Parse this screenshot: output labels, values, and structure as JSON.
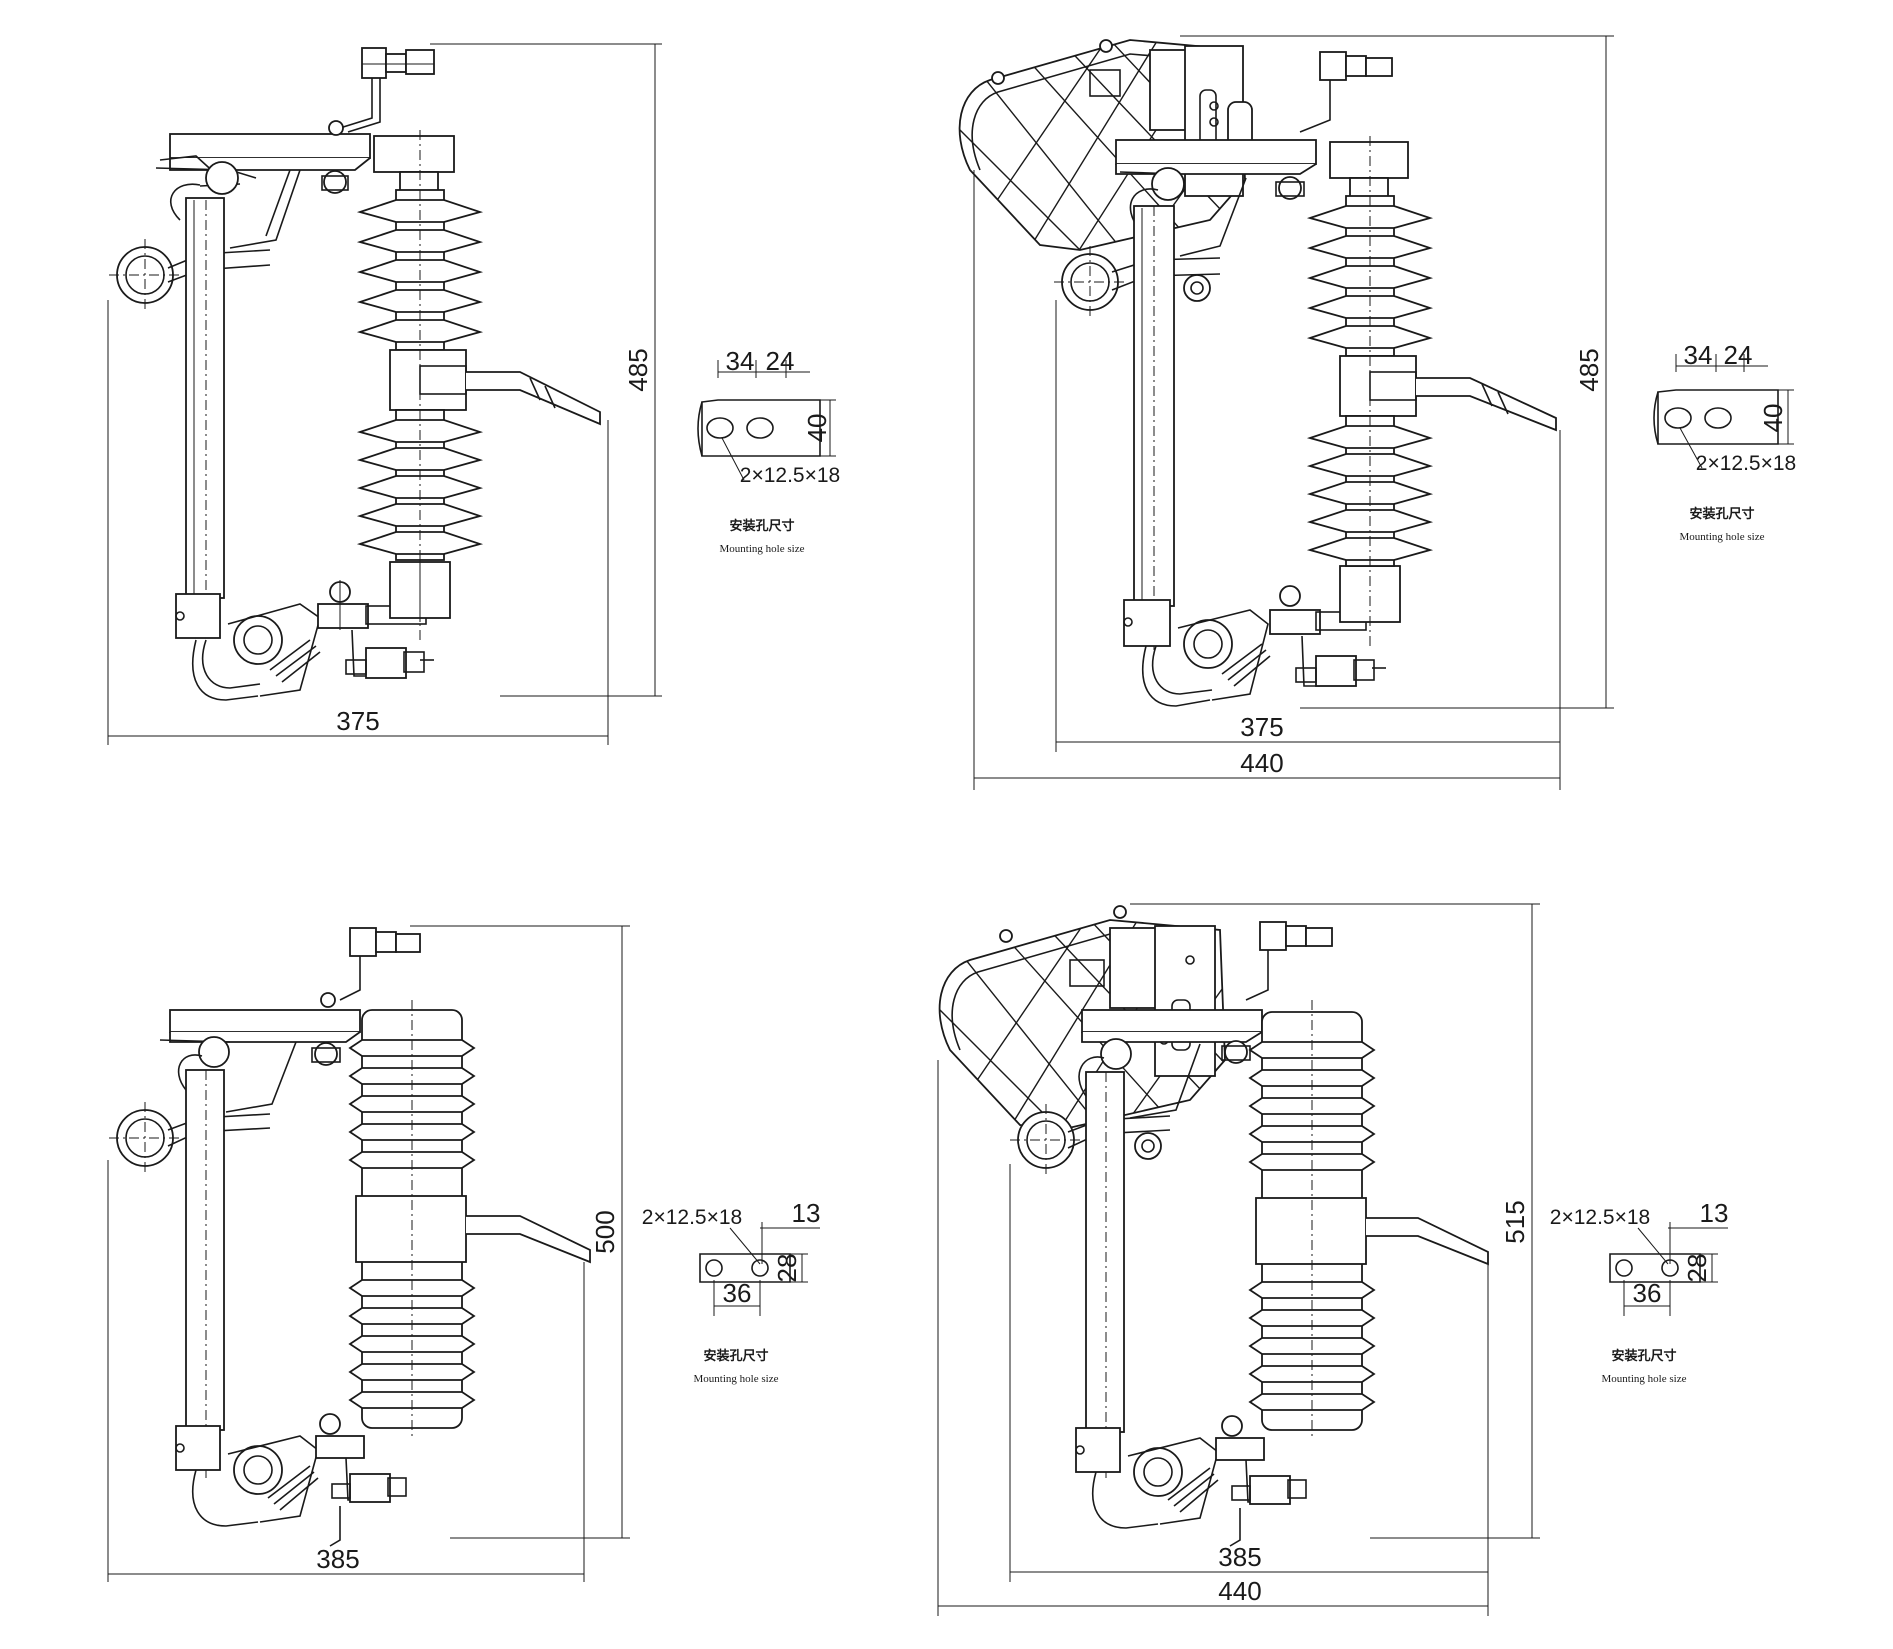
{
  "diagrams": [
    {
      "id": "upper-left",
      "dimensions": {
        "height": "485",
        "width": "375"
      },
      "mounting_hole": {
        "spacing_a": "34",
        "spacing_b": "24",
        "height": "40",
        "holes": "2×12.5×18"
      }
    },
    {
      "id": "upper-right",
      "dimensions": {
        "height": "485",
        "width": "375",
        "overall_width": "440"
      },
      "mounting_hole": {
        "spacing_a": "34",
        "spacing_b": "24",
        "height": "40",
        "holes": "2×12.5×18"
      }
    },
    {
      "id": "lower-left",
      "dimensions": {
        "height": "500",
        "width": "385"
      },
      "mounting_hole": {
        "holes": "2×12.5×18",
        "offset": "13",
        "height": "28",
        "spacing": "36"
      }
    },
    {
      "id": "lower-right",
      "dimensions": {
        "height": "515",
        "width": "385",
        "overall_width": "440"
      },
      "mounting_hole": {
        "holes": "2×12.5×18",
        "offset": "13",
        "height": "28",
        "spacing": "36"
      }
    }
  ],
  "caption": {
    "cn": "安装孔尺寸",
    "en": "Mounting hole size"
  }
}
